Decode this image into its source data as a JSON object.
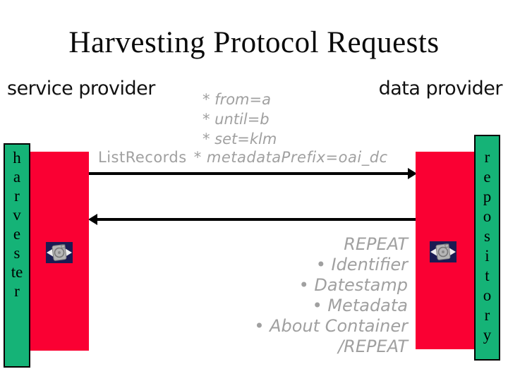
{
  "slide": {
    "title": "Harvesting Protocol Requests"
  },
  "actors": {
    "service_provider_label": "service provider",
    "data_provider_label": "data provider",
    "harvester": {
      "word": "harvester",
      "letters": [
        "h",
        "a",
        "r",
        "v",
        "e",
        "s",
        "te",
        "r"
      ]
    },
    "repository": {
      "word": "repository",
      "letters": [
        "r",
        "e",
        "p",
        "o",
        "s",
        "i",
        "t",
        "o",
        "r",
        "y"
      ]
    }
  },
  "request": {
    "method": "ListRecords",
    "params": [
      "* from=a",
      "* until=b",
      "* set=klm",
      "* metadataPrefix=oai_dc"
    ]
  },
  "response": {
    "lines": [
      "REPEAT",
      "• Identifier",
      "• Datestamp",
      "• Metadata",
      "• About Container",
      "/REPEAT"
    ]
  },
  "icons": {
    "left": "machine-icon",
    "right": "machine-icon"
  },
  "colors": {
    "teal": "#15B377",
    "red": "#FA0033",
    "gray_text": "#A0A0A0",
    "icon_navy": "#1B1B52",
    "arrow": "#000000"
  }
}
